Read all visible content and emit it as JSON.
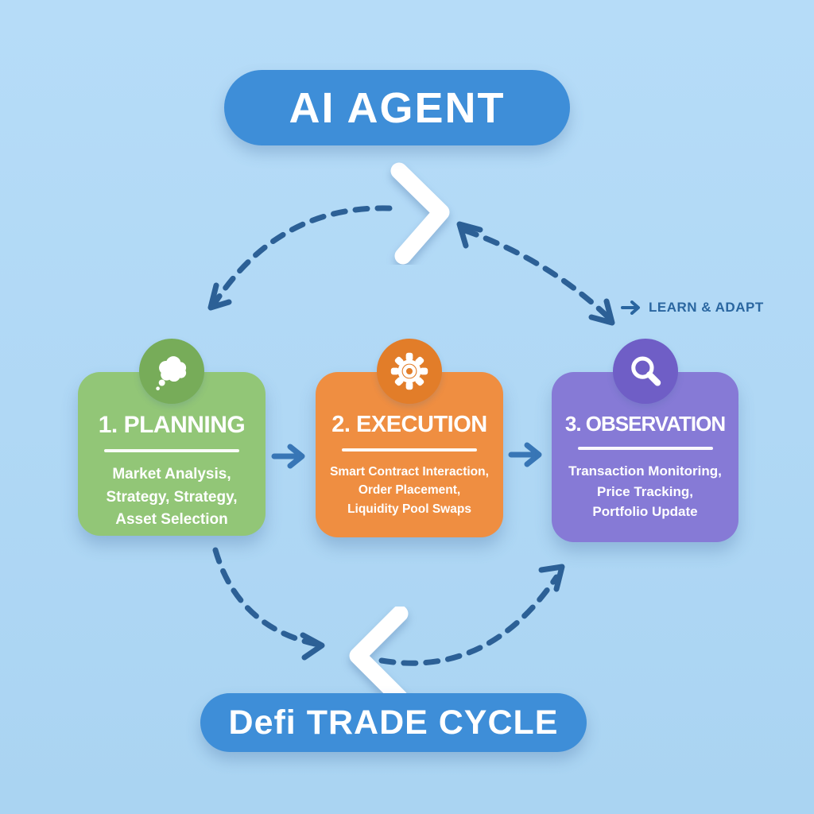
{
  "header": {
    "title": "AI AGENT"
  },
  "footer": {
    "title": "Defi TRADE CYCLE"
  },
  "learn_adapt": {
    "label": "LEARN & ADAPT"
  },
  "cards": [
    {
      "id": "planning",
      "title": "1. PLANNING",
      "icon": "thought-cloud-icon",
      "lines": [
        "Market Analysis,",
        "Strategy, Strategy,",
        "Asset Selection"
      ],
      "bg": "#92c677",
      "icon_bg": "#77ac59"
    },
    {
      "id": "execution",
      "title": "2. EXECUTION",
      "icon": "gear-icon",
      "lines": [
        "Smart Contract Interaction,",
        "Order Placement,",
        "Liquidity Pool Swaps"
      ],
      "bg": "#ef8e41",
      "icon_bg": "#e27d29"
    },
    {
      "id": "observation",
      "title": "3. OBSERVATION",
      "icon": "magnifier-icon",
      "lines": [
        "Transaction Monitoring,",
        "Price Tracking,",
        "Portfolio Update"
      ],
      "bg": "#867ad6",
      "icon_bg": "#6f5ec6"
    }
  ],
  "colors": {
    "background": "#aed8f7",
    "pill_blue": "#3e8ed8",
    "dash_blue": "#2c6096",
    "learn_text": "#2a66a0",
    "connector_blue": "#3876b6",
    "text_white": "#ffffff"
  }
}
